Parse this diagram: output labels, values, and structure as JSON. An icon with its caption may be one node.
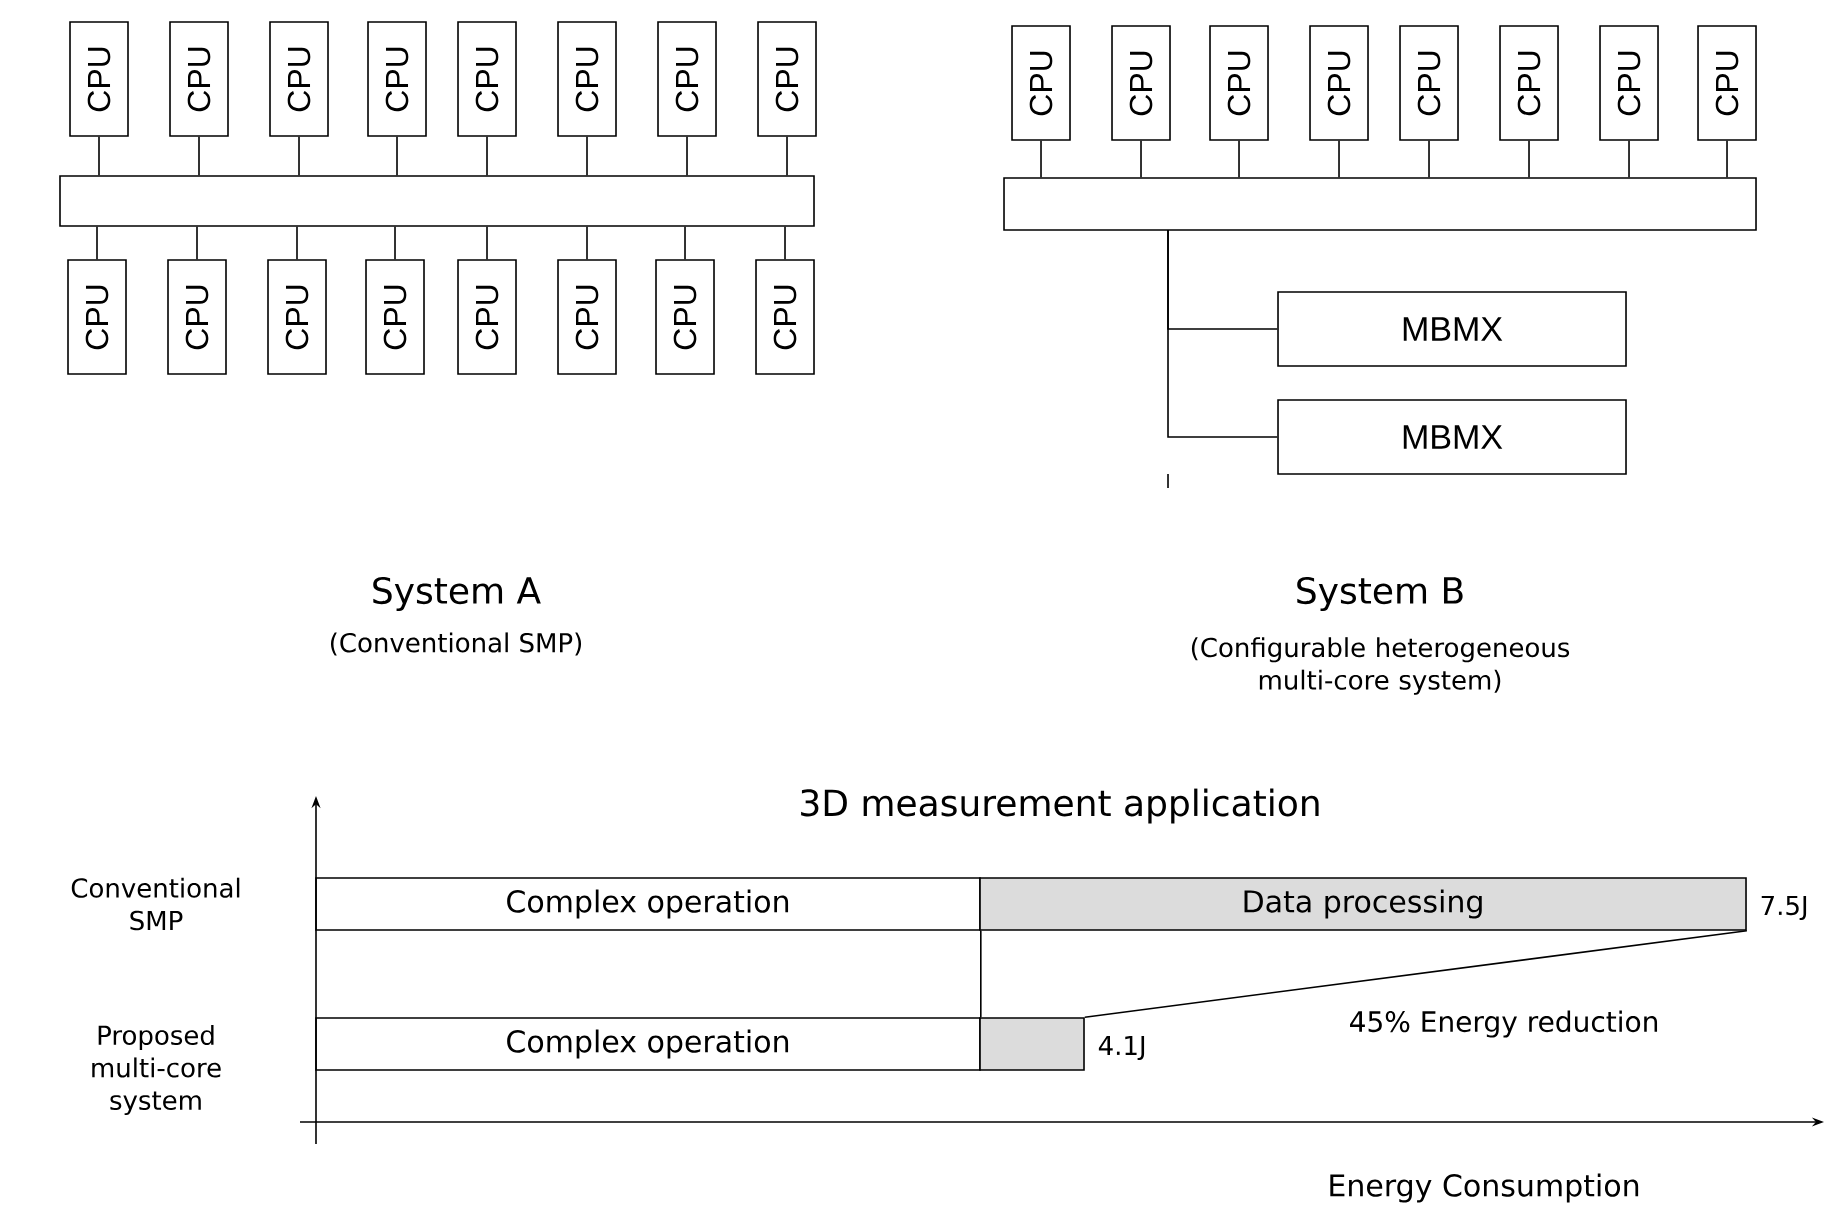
{
  "diagram": {
    "nodes": [
      {
        "text": [
          "CPU"
        ]
      },
      {
        "text": [
          "CPU"
        ]
      },
      {
        "text": [
          "CPU"
        ]
      },
      {
        "text": [
          "CPU"
        ]
      },
      {
        "text": [
          "CPU"
        ]
      },
      {
        "text": [
          "CPU"
        ]
      },
      {
        "text": [
          "CPU"
        ]
      },
      {
        "text": [
          "CPU"
        ]
      },
      {
        "text": [],
        "shape": "bar"
      },
      {
        "text": [
          "CPU"
        ]
      },
      {
        "text": [
          "CPU"
        ]
      },
      {
        "text": [
          "CPU"
        ]
      },
      {
        "text": [
          "CPU"
        ]
      },
      {
        "text": [
          "CPU"
        ]
      },
      {
        "text": [
          "CPU"
        ]
      },
      {
        "text": [
          "CPU"
        ]
      },
      {
        "text": [
          "CPU"
        ]
      },
      {
        "text": [
          "CPU"
        ]
      },
      {
        "text": [
          "CPU"
        ]
      },
      {
        "text": [
          "CPU"
        ]
      },
      {
        "text": [
          "CPU"
        ]
      },
      {
        "text": [
          "CPU"
        ]
      },
      {
        "text": [
          "CPU"
        ]
      },
      {
        "text": [
          "CPU"
        ]
      },
      {
        "text": [
          "CPU"
        ]
      },
      {
        "text": [],
        "shape": "bar"
      },
      {
        "text": [
          "MBMX"
        ]
      },
      {
        "text": [
          "MBMX"
        ]
      },
      {
        "text": [
          "Complex operation"
        ]
      },
      {
        "text": [
          "Data processing"
        ],
        "beside": [
          "7.5J"
        ]
      },
      {
        "text": [
          "Complex operation"
        ]
      },
      {
        "text": [],
        "shape": "bar",
        "beside": [
          "4.1J"
        ]
      }
    ],
    "edges": [
      {
        "from": 0,
        "to": 8,
        "arrow": "none"
      },
      {
        "from": 1,
        "to": 8,
        "arrow": "none"
      },
      {
        "from": 2,
        "to": 8,
        "arrow": "none"
      },
      {
        "from": 3,
        "to": 8,
        "arrow": "none"
      },
      {
        "from": 4,
        "to": 8,
        "arrow": "none"
      },
      {
        "from": 5,
        "to": 8,
        "arrow": "none"
      },
      {
        "from": 6,
        "to": 8,
        "arrow": "none"
      },
      {
        "from": 7,
        "to": 8,
        "arrow": "none"
      },
      {
        "from": 8,
        "to": 9,
        "arrow": "none"
      },
      {
        "from": 8,
        "to": 10,
        "arrow": "none"
      },
      {
        "from": 8,
        "to": 11,
        "arrow": "none"
      },
      {
        "from": 8,
        "to": 12,
        "arrow": "none"
      },
      {
        "from": 8,
        "to": 13,
        "arrow": "none"
      },
      {
        "from": 8,
        "to": 14,
        "arrow": "none"
      },
      {
        "from": 8,
        "to": 15,
        "arrow": "none"
      },
      {
        "from": 8,
        "to": 16,
        "arrow": "none"
      },
      {
        "from": 17,
        "to": 25,
        "arrow": "none"
      },
      {
        "from": 18,
        "to": 25,
        "arrow": "none"
      },
      {
        "from": 19,
        "to": 25,
        "arrow": "none"
      },
      {
        "from": 20,
        "to": 25,
        "arrow": "none"
      },
      {
        "from": 21,
        "to": 25,
        "arrow": "none"
      },
      {
        "from": 22,
        "to": 25,
        "arrow": "none"
      },
      {
        "from": 23,
        "to": 25,
        "arrow": "none"
      },
      {
        "from": 24,
        "to": 25,
        "arrow": "none"
      },
      {
        "from": 25,
        "to": 26,
        "arrow": "none"
      },
      {
        "from": 25,
        "to": 27,
        "arrow": "none"
      },
      {
        "from": 28,
        "to": 30,
        "arrow": "none"
      },
      {
        "from": 29,
        "to": 31,
        "arrow": "none"
      }
    ],
    "labels": [
      "System A",
      "(Conventional SMP)",
      "System B",
      "(Configurable heterogeneous multi-core system)",
      "3D measurement application",
      "Conventional SMP",
      "45% Energy reduction",
      "Proposed multi-core system",
      "Energy Consumption"
    ]
  }
}
